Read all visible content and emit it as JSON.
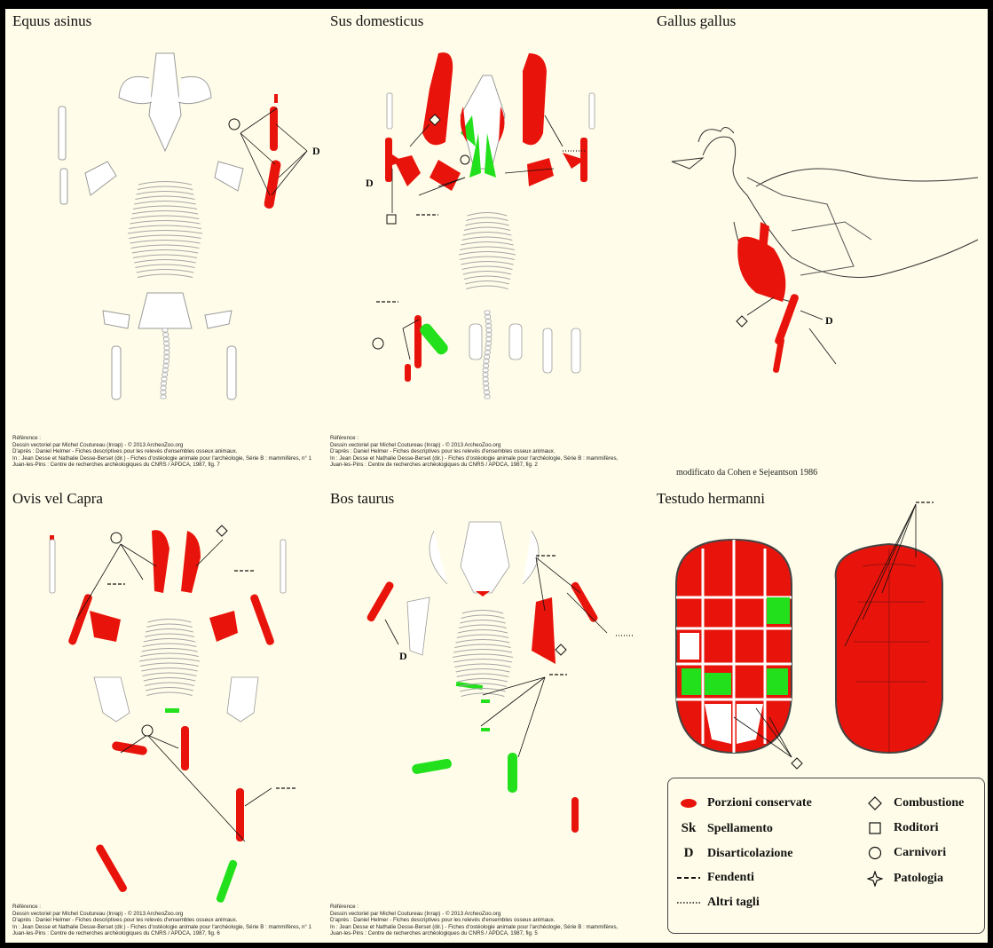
{
  "panels": {
    "equus": {
      "title": "Equus asinus",
      "label_d": "D",
      "ref": [
        "Référence :",
        "Dessin vectoriel par Michel Coutureau (Inrap) - © 2013 ArcheoZoo.org",
        "D'après : Daniel Helmer - Fiches descriptives pour les relevés d'ensembles osseux animaux.",
        "In : Jean Desse et Nathalie Desse-Berset (dir.) - Fiches d'ostéologie animale pour l'archéologie, Série B : mammifères, n° 1",
        "Juan-les-Pins : Centre de recherches archéologiques du CNRS / APDCA, 1987, fig. 7"
      ]
    },
    "sus": {
      "title": "Sus domesticus",
      "label_d": "D",
      "ref": [
        "Référence :",
        "Dessin vectoriel par Michel Coutureau (Inrap) - © 2013 ArcheoZoo.org",
        "D'après : Daniel Helmer - Fiches descriptives pour les relevés d'ensembles osseux animaux.",
        "In : Jean Desse et Nathalie Desse-Berset (dir.) - Fiches d'ostéologie animale pour l'archéologie, Série B : mammifères,",
        "Juan-les-Pins : Centre de recherches archéologiques du CNRS / APDCA, 1987, fig. 2"
      ]
    },
    "gallus": {
      "title": "Gallus gallus",
      "label_d": "D",
      "credit": "modificato da Cohen e Sejeantson 1986"
    },
    "ovis": {
      "title": "Ovis vel Capra",
      "ref": [
        "Référence :",
        "Dessin vectoriel par Michel Coutureau (Inrap) - © 2013 ArcheoZoo.org",
        "D'après : Daniel Helmer - Fiches descriptives pour les relevés d'ensembles osseux animaux.",
        "In : Jean Desse et Nathalie Desse-Berset (dir.) - Fiches d'ostéologie animale pour l'archéologie, Série B : mammifères, n° 1",
        "Juan-les-Pins : Centre de recherches archéologiques du CNRS / APDCA, 1987, fig. 6"
      ]
    },
    "bos": {
      "title": "Bos taurus",
      "label_d": "D",
      "ref": [
        "Référence :",
        "Dessin vectoriel par Michel Coutureau (Inrap) - © 2013 ArcheoZoo.org",
        "D'après : Daniel Helmer - Fiches descriptives pour les relevés d'ensembles osseux animaux.",
        "In : Jean Desse et Nathalie Desse-Berset (dir.) - Fiches d'ostéologie animale pour l'archéologie, Série B : mammifères,",
        "Juan-les-Pins : Centre de recherches archéologiques du CNRS / APDCA, 1987, fig. 5"
      ]
    },
    "testudo": {
      "title": "Testudo hermanni"
    }
  },
  "legend": {
    "left": [
      {
        "symbol": "red-ellipse",
        "label": "Porzioni conservate"
      },
      {
        "symbol": "Sk",
        "label": "Spellamento"
      },
      {
        "symbol": "D",
        "label": "Disarticolazione"
      },
      {
        "symbol": "dashed-line",
        "label": "Fendenti"
      },
      {
        "symbol": "dotted-line",
        "label": "Altri tagli"
      }
    ],
    "right": [
      {
        "symbol": "diamond",
        "label": "Combustione"
      },
      {
        "symbol": "square",
        "label": "Roditori"
      },
      {
        "symbol": "circle",
        "label": "Carnivori"
      },
      {
        "symbol": "four-point-star",
        "label": "Patologia"
      }
    ]
  },
  "colors": {
    "preserved": "#e8140c",
    "secondary": "#22e11c",
    "background": "#fffde9",
    "bone_outline": "#9a9a9a"
  }
}
